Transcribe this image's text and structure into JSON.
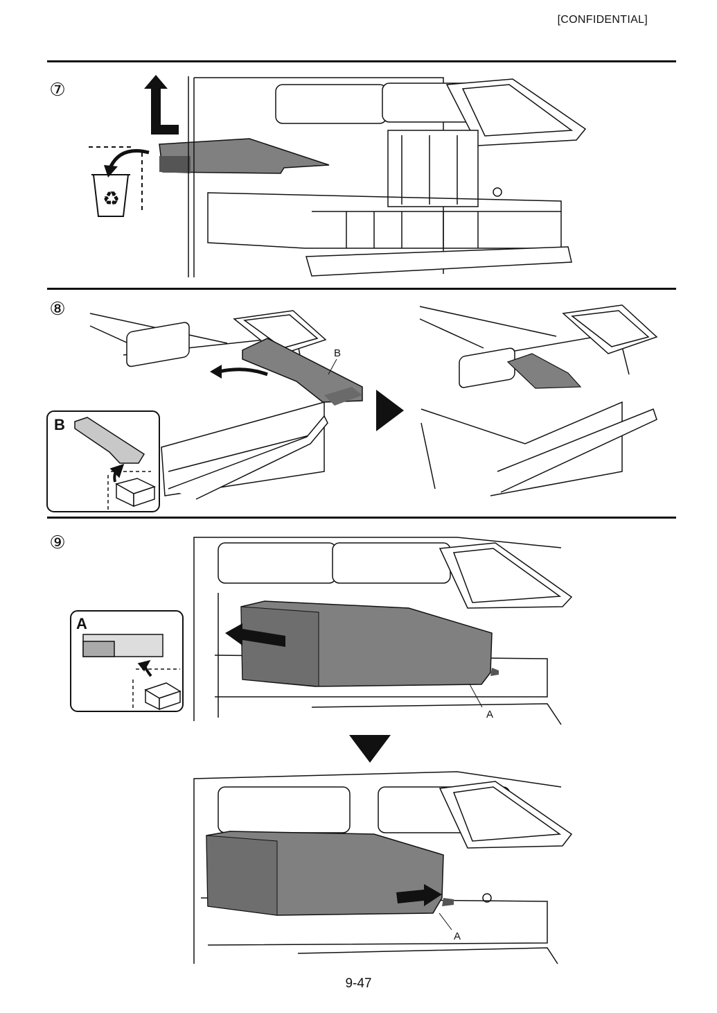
{
  "header": {
    "confidential": "[CONFIDENTIAL]"
  },
  "steps": {
    "step7": {
      "number": "⑦"
    },
    "step8": {
      "number": "⑧",
      "part_label": "B",
      "inset_label": "B"
    },
    "step9": {
      "number": "⑨",
      "part_label_top": "A",
      "part_label_bottom": "A",
      "inset_label": "A"
    }
  },
  "footer": {
    "page_number": "9-47"
  },
  "colors": {
    "part_fill": "#808080",
    "line": "#111111",
    "panel_fill": "#f7f7f7"
  },
  "icons": [
    "up-left-arrow-icon",
    "recycle-bin-icon",
    "curved-arrow-icon",
    "right-triangle-arrow-icon",
    "down-triangle-arrow-icon",
    "box-unpack-icon",
    "push-arrow-icon"
  ]
}
